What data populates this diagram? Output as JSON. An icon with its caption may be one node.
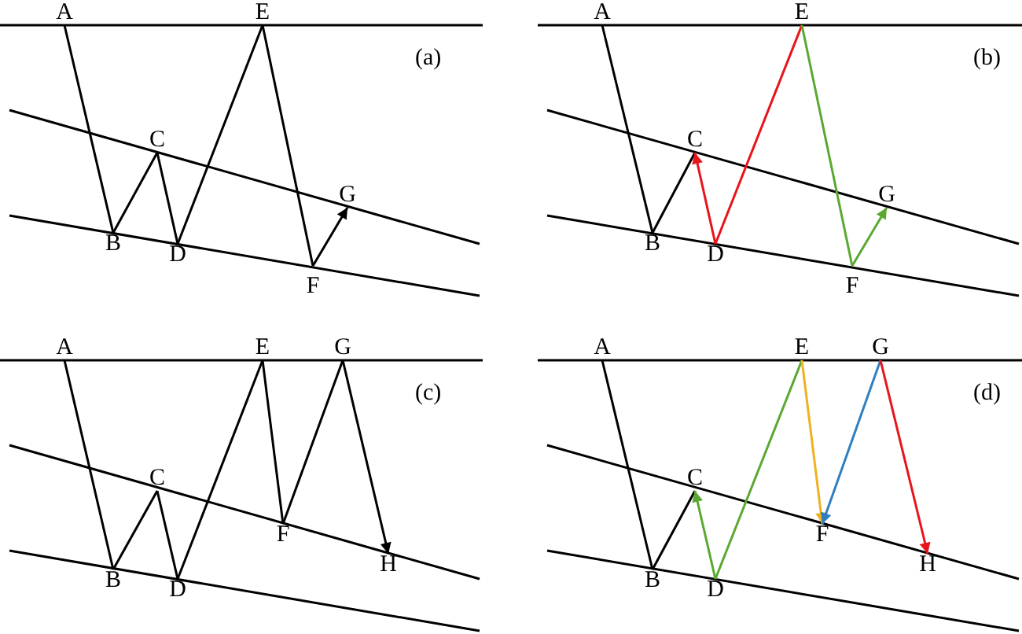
{
  "diagram": {
    "nodes": [
      {
        "text": [
          "A"
        ]
      },
      {
        "text": [
          "B"
        ]
      },
      {
        "text": [
          "C"
        ]
      },
      {
        "text": [
          "D"
        ]
      },
      {
        "text": [
          "E"
        ]
      },
      {
        "text": [
          "F"
        ]
      },
      {
        "text": [
          "G"
        ]
      },
      {
        "text": [
          "A"
        ]
      },
      {
        "text": [
          "B"
        ]
      },
      {
        "text": [
          "C"
        ]
      },
      {
        "text": [
          "D"
        ]
      },
      {
        "text": [
          "E"
        ]
      },
      {
        "text": [
          "F"
        ]
      },
      {
        "text": [
          "G"
        ]
      },
      {
        "text": [
          "A"
        ]
      },
      {
        "text": [
          "B"
        ]
      },
      {
        "text": [
          "C"
        ]
      },
      {
        "text": [
          "D"
        ]
      },
      {
        "text": [
          "E"
        ]
      },
      {
        "text": [
          "F"
        ]
      },
      {
        "text": [
          "G"
        ]
      },
      {
        "text": [
          "H"
        ]
      },
      {
        "text": [
          "A"
        ]
      },
      {
        "text": [
          "B"
        ]
      },
      {
        "text": [
          "C"
        ]
      },
      {
        "text": [
          "D"
        ]
      },
      {
        "text": [
          "E"
        ]
      },
      {
        "text": [
          "F"
        ]
      },
      {
        "text": [
          "G"
        ]
      },
      {
        "text": [
          "H"
        ]
      }
    ],
    "edges": [
      {
        "from": 0,
        "to": 1,
        "arrow": "none"
      },
      {
        "from": 1,
        "to": 2,
        "arrow": "none"
      },
      {
        "from": 2,
        "to": 3,
        "arrow": "none"
      },
      {
        "from": 3,
        "to": 4,
        "arrow": "none"
      },
      {
        "from": 4,
        "to": 5,
        "arrow": "none"
      },
      {
        "from": 5,
        "to": 6,
        "arrow": "to"
      },
      {
        "from": 7,
        "to": 8,
        "arrow": "none"
      },
      {
        "from": 8,
        "to": 9,
        "arrow": "none"
      },
      {
        "from": 10,
        "to": 9,
        "arrow": "to",
        "color": "#e8141b"
      },
      {
        "from": 10,
        "to": 11,
        "arrow": "none",
        "color": "#e8141b"
      },
      {
        "from": 11,
        "to": 12,
        "arrow": "none",
        "color": "#5aa832"
      },
      {
        "from": 12,
        "to": 13,
        "arrow": "to",
        "color": "#5aa832"
      },
      {
        "from": 14,
        "to": 15,
        "arrow": "none"
      },
      {
        "from": 15,
        "to": 16,
        "arrow": "none"
      },
      {
        "from": 16,
        "to": 17,
        "arrow": "none"
      },
      {
        "from": 17,
        "to": 18,
        "arrow": "none"
      },
      {
        "from": 18,
        "to": 19,
        "arrow": "none"
      },
      {
        "from": 19,
        "to": 20,
        "arrow": "none"
      },
      {
        "from": 20,
        "to": 21,
        "arrow": "to"
      },
      {
        "from": 22,
        "to": 23,
        "arrow": "none"
      },
      {
        "from": 23,
        "to": 24,
        "arrow": "none"
      },
      {
        "from": 25,
        "to": 24,
        "arrow": "to",
        "color": "#5aa832"
      },
      {
        "from": 25,
        "to": 26,
        "arrow": "none",
        "color": "#5aa832"
      },
      {
        "from": 26,
        "to": 27,
        "arrow": "to",
        "color": "#f0b020"
      },
      {
        "from": 28,
        "to": 27,
        "arrow": "to",
        "color": "#2f7fc0"
      },
      {
        "from": 28,
        "to": 29,
        "arrow": "to",
        "color": "#e8141b"
      }
    ],
    "labels": [
      "(a)",
      "(b)",
      "(c)",
      "(d)"
    ]
  }
}
